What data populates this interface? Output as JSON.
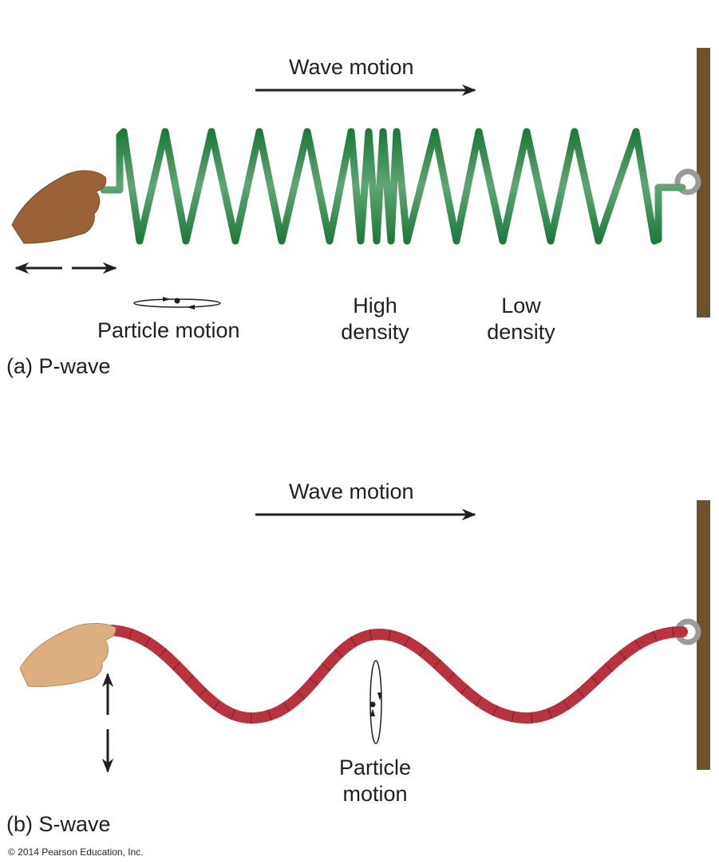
{
  "panel_a": {
    "wave_motion": "Wave motion",
    "particle_motion": "Particle motion",
    "high_density": [
      "High",
      "density"
    ],
    "low_density": [
      "Low",
      "density"
    ],
    "caption": "(a) P-wave"
  },
  "panel_b": {
    "wave_motion": "Wave motion",
    "particle_motion": [
      "Particle",
      "motion"
    ],
    "caption": "(b) S-wave"
  },
  "copyright": "© 2014 Pearson Education, Inc.",
  "colors": {
    "spring": "#2a7a45",
    "rope": "#b8323f",
    "wall": "#6e5230",
    "skin_dark": "#9a6236",
    "skin_light": "#dcae80",
    "ink": "#231f20"
  }
}
